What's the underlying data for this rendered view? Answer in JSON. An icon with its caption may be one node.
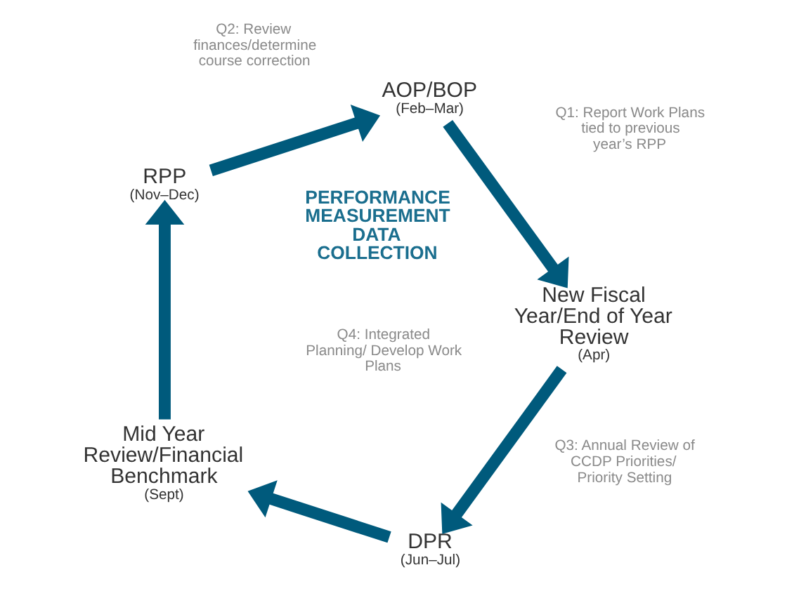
{
  "diagram": {
    "nodes": [
      {
        "text": [
          "DPR",
          "(Jun–Jul)"
        ]
      },
      {
        "text": [
          "Mid Year Review/Financial Benchmark",
          "(Sept)"
        ]
      },
      {
        "text": [
          "RPP",
          "(Nov–Dec)"
        ]
      },
      {
        "text": [
          "AOP/BOP",
          "(Feb–Mar)"
        ]
      },
      {
        "text": [
          "New Fiscal Year/End of Year Review",
          "(Apr)"
        ]
      }
    ],
    "edges": [
      {
        "from": 0,
        "to": 1,
        "arrow": "to"
      },
      {
        "from": 1,
        "to": 2,
        "arrow": "to"
      },
      {
        "from": 2,
        "to": 3,
        "arrow": "to"
      },
      {
        "from": 3,
        "to": 4,
        "arrow": "to"
      },
      {
        "from": 4,
        "to": 0,
        "arrow": "to"
      }
    ],
    "labels": [
      "Q2: Review finances/determine course correction",
      "Q3: Annual Review of CCDP Priorities/ Priority Setting",
      "Q1: Report Work Plans tied to previous year’s RPP",
      "PERFORMANCE MEASUREMENT DATA COLLECTION",
      "Q4: Integrated Planning/ Develop Work Plans"
    ]
  }
}
